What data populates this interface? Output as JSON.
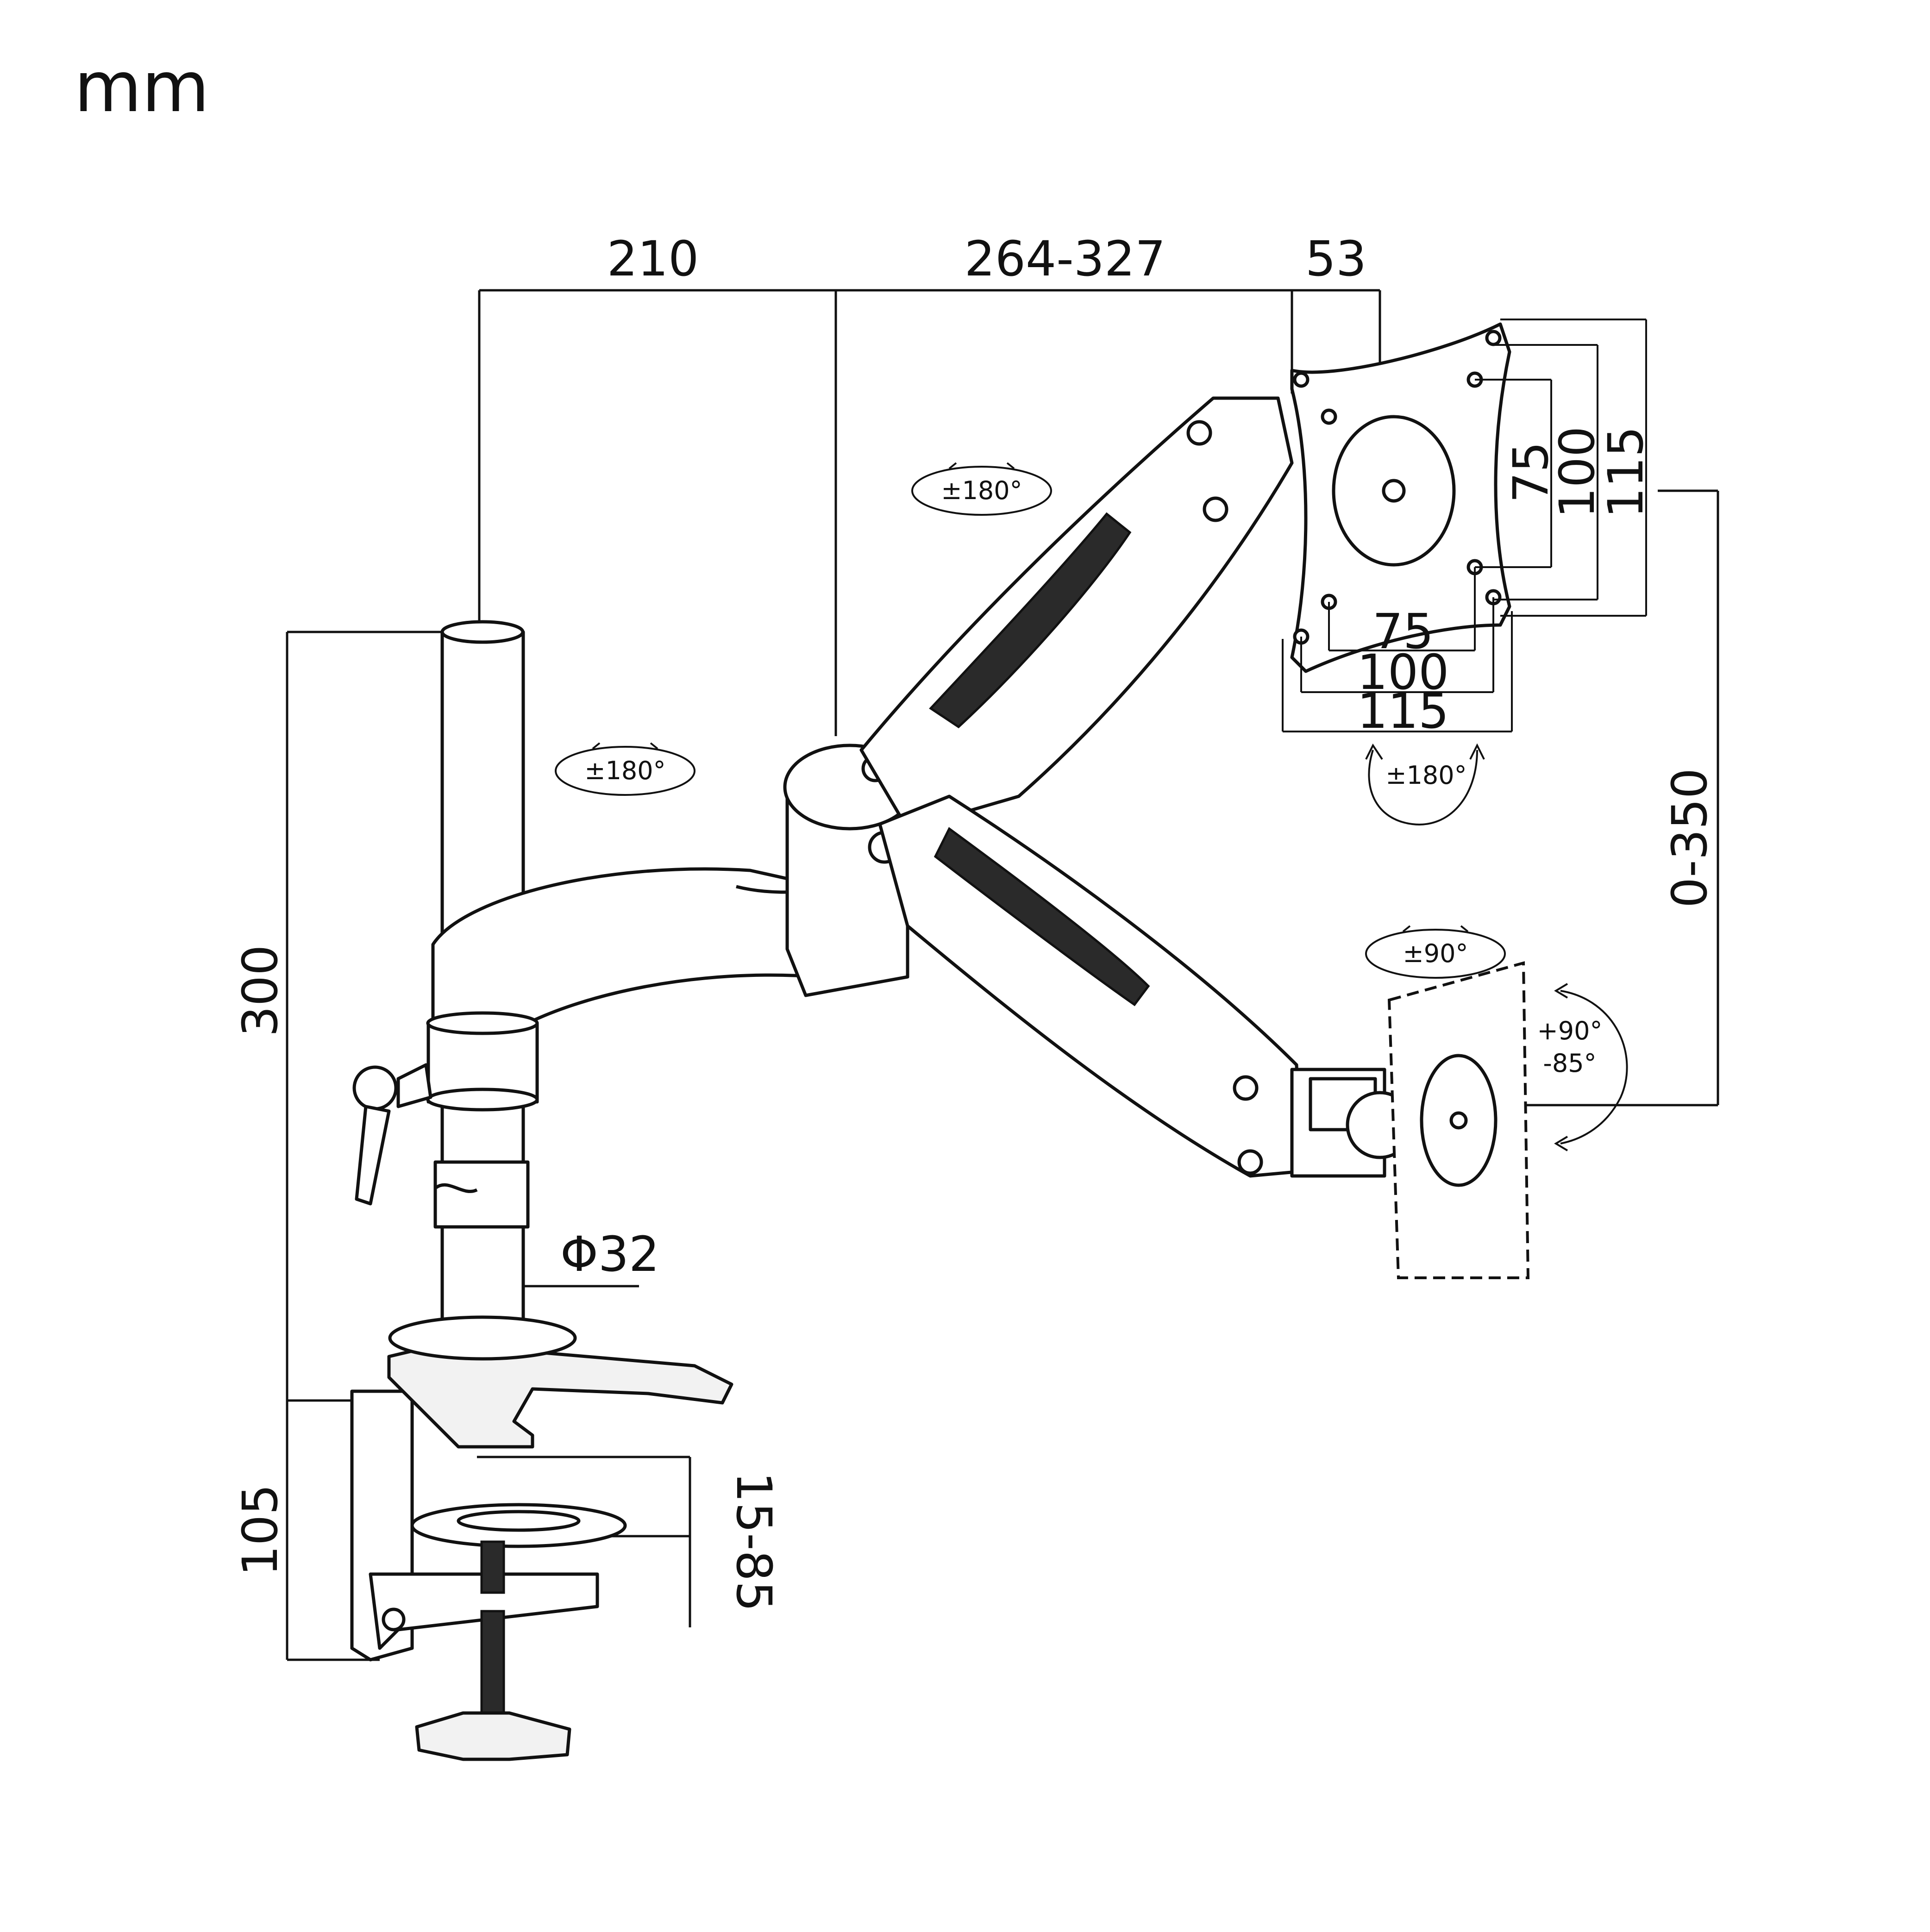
{
  "unit_label": "mm",
  "dimensions": {
    "arm_reach_1": "210",
    "arm_reach_2": "264-327",
    "head_offset": "53",
    "pole_height": "300",
    "clamp_height": "105",
    "pole_diameter": "Φ32",
    "desk_thickness": "15-85",
    "height_range": "0-350",
    "vesa_v_75": "75",
    "vesa_v_100": "100",
    "vesa_v_115": "115",
    "vesa_h_75": "75",
    "vesa_h_100": "100",
    "vesa_h_115": "115"
  },
  "rotations": {
    "arm_swivel": "±180°",
    "base_swivel": "±180°",
    "plate_rotation": "±180°",
    "head_swivel": "±90°",
    "tilt_up": "+90°",
    "tilt_down": "-85°"
  },
  "colors": {
    "line": "#111111",
    "background": "#ffffff",
    "mesh": "#2a2a2a"
  }
}
